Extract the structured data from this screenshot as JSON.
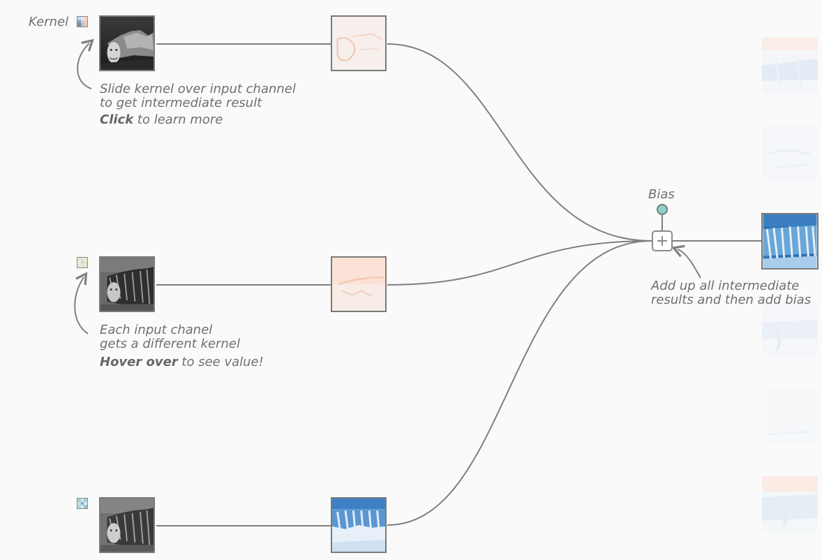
{
  "labels": {
    "kernel": "Kernel",
    "bias": "Bias"
  },
  "annotations": {
    "slide_line1": "Slide kernel over input channel",
    "slide_line2": "to get intermediate result",
    "click_bold": "Click",
    "click_rest": " to learn more",
    "each_line1": "Each input chanel",
    "each_line2": "gets a different kernel",
    "hover_bold": "Hover over",
    "hover_rest": " to see value!",
    "add_line1": "Add up all intermediate",
    "add_line2": "results and then add bias"
  },
  "colors": {
    "edge": "#7f7f7f",
    "bias_node": "#8fd0c8",
    "positive_blue": "#3d7fc4",
    "negative_red": "#f5b9a0"
  },
  "icons": {
    "sum": "plus-icon",
    "bias": "bias-node-icon",
    "arrow": "curved-arrow-icon"
  }
}
